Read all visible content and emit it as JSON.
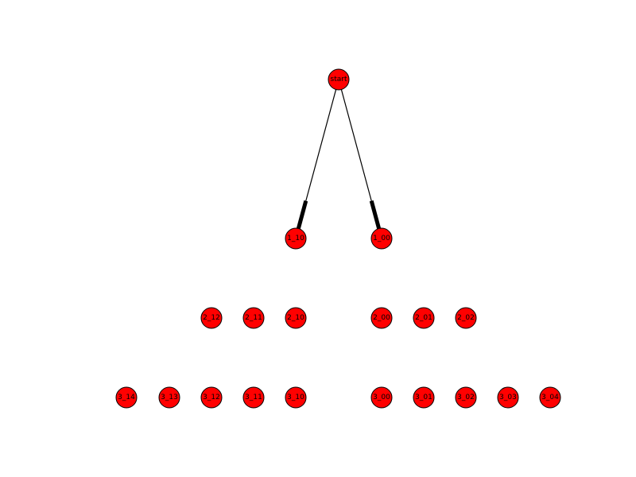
{
  "diagram": {
    "type": "directed-graph",
    "node_color": "#ff0000",
    "edge_color": "#000000",
    "nodes": [
      {
        "id": "start",
        "label": "start"
      },
      {
        "id": "1_10",
        "label": "1_10"
      },
      {
        "id": "1_00",
        "label": "1_00"
      },
      {
        "id": "2_12",
        "label": "2_12"
      },
      {
        "id": "2_11",
        "label": "2_11"
      },
      {
        "id": "2_10",
        "label": "2_10"
      },
      {
        "id": "2_00",
        "label": "2_00"
      },
      {
        "id": "2_01",
        "label": "2_01"
      },
      {
        "id": "2_02",
        "label": "2_02"
      },
      {
        "id": "3_14",
        "label": "3_14"
      },
      {
        "id": "3_13",
        "label": "3_13"
      },
      {
        "id": "3_12",
        "label": "3_12"
      },
      {
        "id": "3_11",
        "label": "3_11"
      },
      {
        "id": "3_10",
        "label": "3_10"
      },
      {
        "id": "3_00",
        "label": "3_00"
      },
      {
        "id": "3_01",
        "label": "3_01"
      },
      {
        "id": "3_02",
        "label": "3_02"
      },
      {
        "id": "3_03",
        "label": "3_03"
      },
      {
        "id": "3_04",
        "label": "3_04"
      }
    ],
    "edges": [
      {
        "from": "start",
        "to": "1_10"
      },
      {
        "from": "start",
        "to": "1_00"
      }
    ]
  }
}
